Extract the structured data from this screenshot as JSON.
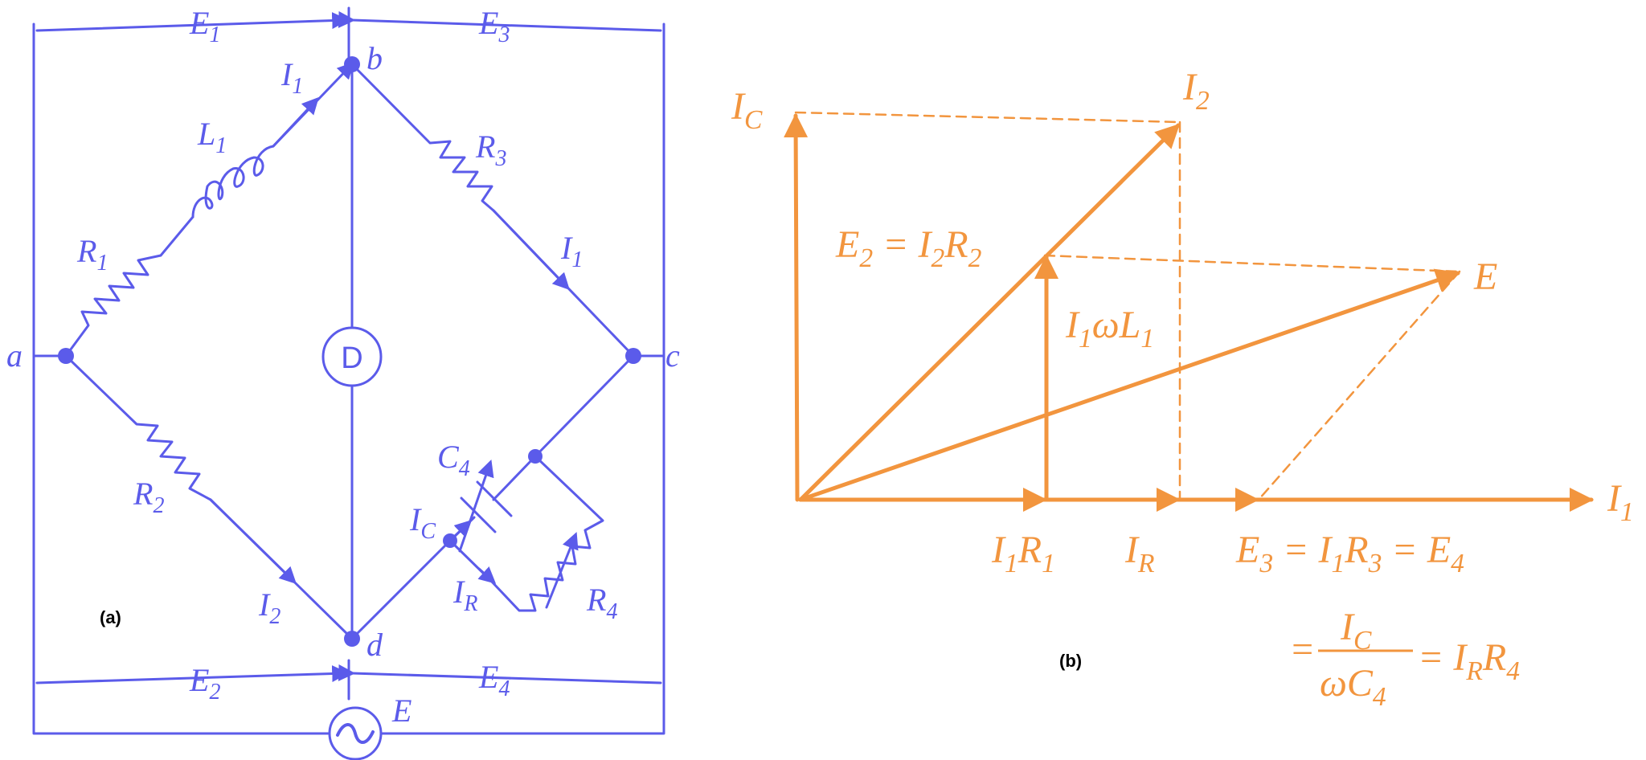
{
  "colors": {
    "circuit": "#5b5bea",
    "phasor": "#f2953e",
    "caption": "#000000"
  },
  "figure_a": {
    "caption": "(a)",
    "nodes": {
      "a": "a",
      "b": "b",
      "c": "c",
      "d": "d"
    },
    "E1": {
      "base": "E",
      "sub": "1"
    },
    "E2": {
      "base": "E",
      "sub": "2"
    },
    "E3": {
      "base": "E",
      "sub": "3"
    },
    "E4": {
      "base": "E",
      "sub": "4"
    },
    "I1_top": {
      "base": "I",
      "sub": "1"
    },
    "I1_right": {
      "base": "I",
      "sub": "1"
    },
    "I2": {
      "base": "I",
      "sub": "2"
    },
    "L1": {
      "base": "L",
      "sub": "1"
    },
    "R1": {
      "base": "R",
      "sub": "1"
    },
    "R2": {
      "base": "R",
      "sub": "2"
    },
    "R3": {
      "base": "R",
      "sub": "3"
    },
    "R4": {
      "base": "R",
      "sub": "4"
    },
    "C4": {
      "base": "C",
      "sub": "4"
    },
    "IC": {
      "base": "I",
      "sub": "C"
    },
    "IR": {
      "base": "I",
      "sub": "R"
    },
    "detector": "D",
    "source_symbol": "~",
    "source_label": "E"
  },
  "figure_b": {
    "caption": "(b)",
    "IC": {
      "base": "I",
      "sub": "C"
    },
    "I2": {
      "base": "I",
      "sub": "2"
    },
    "I1_axis": {
      "base": "I",
      "sub": "1"
    },
    "E": "E",
    "E2_eq": {
      "a": "E",
      "a_sub": "2",
      "eq": " = ",
      "b": "I",
      "b_sub": "2",
      "c": "R",
      "c_sub": "2"
    },
    "I1wL1": {
      "a": "I",
      "a_sub": "1",
      "mid": "ωL",
      "mid_sub": "1"
    },
    "I1R1": {
      "a": "I",
      "a_sub": "1",
      "b": "R",
      "b_sub": "1"
    },
    "IR": {
      "base": "I",
      "sub": "R"
    },
    "E3_eq": {
      "a": "E",
      "a_sub": "3",
      "eq1": " = ",
      "b": "I",
      "b_sub": "1",
      "c": "R",
      "c_sub": "3",
      "eq2": " = ",
      "d": "E",
      "d_sub": "4"
    },
    "frac_eq": {
      "lead": "=",
      "num": "I",
      "num_sub": "C",
      "den": "ωC",
      "den_sub": "4",
      "eq": " = ",
      "r": "I",
      "r_sub": "R",
      "r2": "R",
      "r2_sub": "4"
    }
  }
}
